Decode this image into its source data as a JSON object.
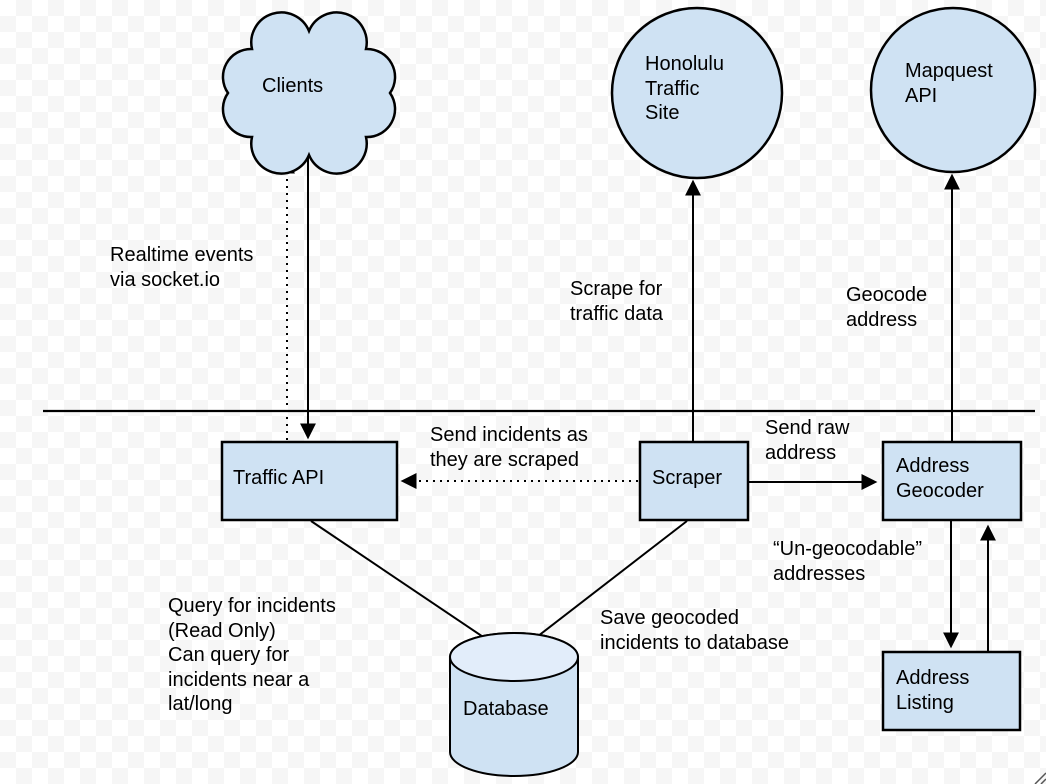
{
  "diagram": {
    "nodes": {
      "clients": "Clients",
      "honolulu": "Honolulu\nTraffic\nSite",
      "mapquest": "Mapquest\nAPI",
      "traffic_api": "Traffic API",
      "scraper": "Scraper",
      "address_geocoder": "Address\nGeocoder",
      "address_listing": "Address\nListing",
      "database": "Database"
    },
    "edge_labels": {
      "realtime": "Realtime events\nvia socket.io",
      "scrape": "Scrape for\ntraffic data",
      "geocode": "Geocode\naddress",
      "send_incidents": "Send incidents as\nthey are scraped",
      "send_raw": "Send raw\naddress",
      "ungeocodable": "“Un-geocodable”\naddresses",
      "query": "Query for incidents\n(Read Only)\nCan query for\nincidents near a\nlat/long",
      "save": "Save geocoded\nincidents to database"
    },
    "colors": {
      "shape_fill": "#cfe2f3",
      "cylinder_top_fill": "#e2edfa",
      "stroke": "#000000",
      "checker_light": "#ffffff",
      "checker_dark": "#f6f6f6"
    }
  }
}
